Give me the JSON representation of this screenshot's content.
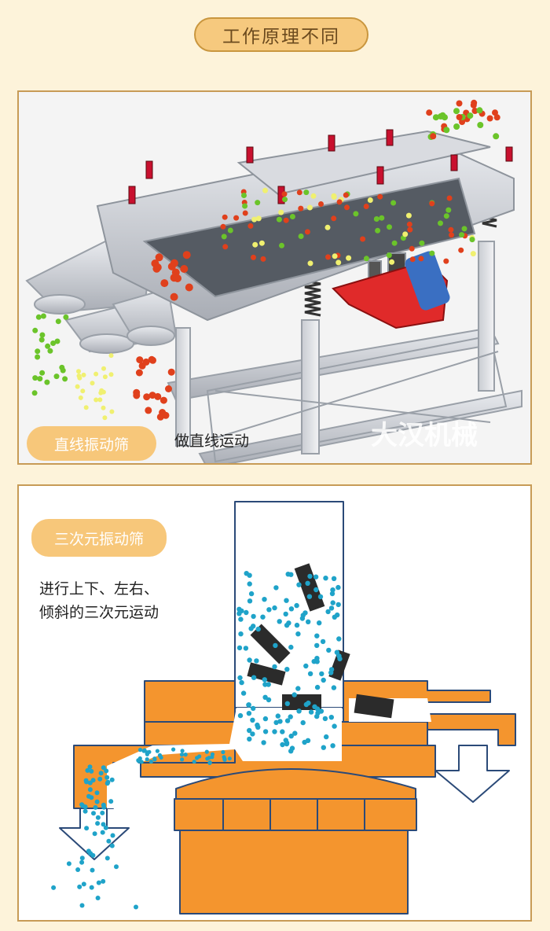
{
  "header": {
    "title": "工作原理不同"
  },
  "linear": {
    "label": "直线振动筛",
    "description": "做直线运动",
    "watermark": "大汉机械"
  },
  "three_d": {
    "label": "三次元振动筛",
    "description_line1": "进行上下、左右、",
    "description_line2": "倾斜的三次元运动"
  },
  "colors": {
    "background": "#fdf3da",
    "pill": "#f7c77a",
    "border": "#c79b56",
    "machine_orange": "#f4952e",
    "particle_blue": "#1fa3c9",
    "particle_green": "#6bc42a",
    "particle_red": "#e0401c",
    "particle_yellow": "#f0f070"
  }
}
